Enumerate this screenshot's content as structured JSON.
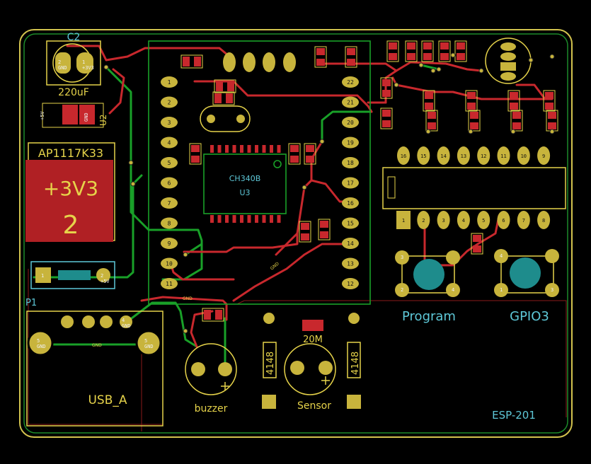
{
  "board": {
    "name": "ESP-201"
  },
  "labels": {
    "c2": "C2",
    "cap_value": "220uF",
    "u2": "U2",
    "regulator": "AP1117K33",
    "rail": "+3V3",
    "rail_num": "2",
    "p1": "P1",
    "usb": "USB_A",
    "buzzer": "buzzer",
    "sensor": "Sensor",
    "res_value": "20M",
    "diode": "4148",
    "program_btn": "Program",
    "gpio_btn": "GPIO3",
    "chip": "CH340B",
    "chip_ref": "U3",
    "gnd_net": "GND"
  },
  "pads": {
    "c2_left": "2\nGND",
    "c2_right": "1\n+3V3",
    "u2_a": "+5V",
    "u2_b": "GND",
    "p1_1": "1",
    "p1_2": "2\n+5V",
    "usb_5l": "5\nGND",
    "usb_5r": "5\nGND",
    "usb_4": "4\nGND",
    "btn_3": "3",
    "btn_2": "2",
    "btn_4": "4",
    "btn_1": "1"
  },
  "esp_left_pins": [
    "1",
    "2",
    "3",
    "4",
    "5",
    "6",
    "7",
    "8",
    "9",
    "10",
    "11"
  ],
  "esp_right_pins": [
    "22",
    "21",
    "20",
    "19",
    "18",
    "17",
    "16",
    "15",
    "14",
    "13",
    "12"
  ],
  "header_top_pins": [
    "16",
    "15",
    "14",
    "13",
    "12",
    "11",
    "10",
    "9"
  ],
  "header_bottom_pins": [
    "1",
    "2",
    "3",
    "4",
    "5",
    "6",
    "7",
    "8"
  ],
  "colors": {
    "trace_top": "#c8282d",
    "trace_bottom": "#19a028",
    "pad": "#c8b43c",
    "silkscreen": "#e6d34a",
    "outline": "#d2c34e",
    "pad_teal": "#1e8c8c"
  }
}
